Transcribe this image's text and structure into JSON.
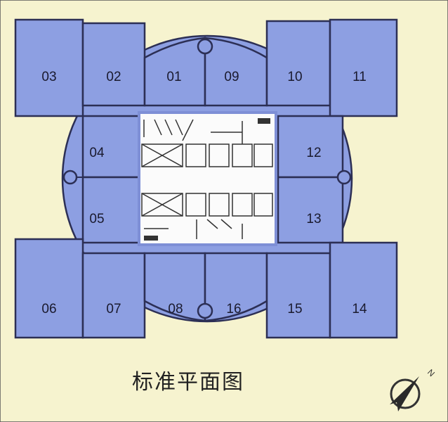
{
  "plan": {
    "title": "标准平面图",
    "north_label": "N",
    "colors": {
      "unit": "#8d9fe2",
      "background": "#f6f3cf",
      "outline": "#2c2f55"
    },
    "units": [
      "03",
      "02",
      "01",
      "09",
      "10",
      "11",
      "04",
      "05",
      "12",
      "13",
      "06",
      "07",
      "08",
      "16",
      "15",
      "14"
    ]
  }
}
